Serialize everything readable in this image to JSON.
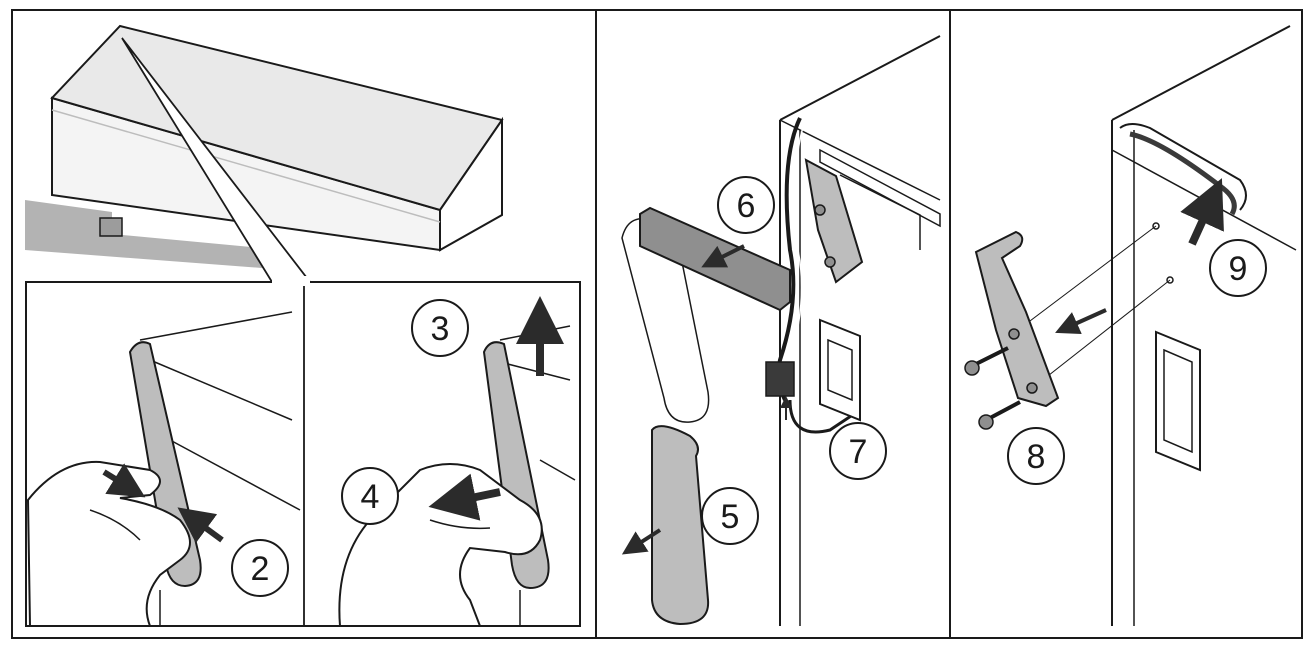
{
  "steps": [
    {
      "id": "2",
      "label": "2"
    },
    {
      "id": "3",
      "label": "3"
    },
    {
      "id": "4",
      "label": "4"
    },
    {
      "id": "5",
      "label": "5"
    },
    {
      "id": "6",
      "label": "6"
    },
    {
      "id": "7",
      "label": "7"
    },
    {
      "id": "8",
      "label": "8"
    },
    {
      "id": "9",
      "label": "9"
    }
  ],
  "colors": {
    "line": "#1a1a1a",
    "part_gray": "#bdbdbd",
    "part_gray_dark": "#8f8f8f",
    "shadow": "#b3b3b3",
    "lid_top": "#e9e9e9",
    "background": "#ffffff"
  },
  "icons": [
    "hand-icon",
    "arrow-icon",
    "screw-icon",
    "hinge-bracket-icon",
    "connector-icon",
    "cover-cap-icon"
  ]
}
